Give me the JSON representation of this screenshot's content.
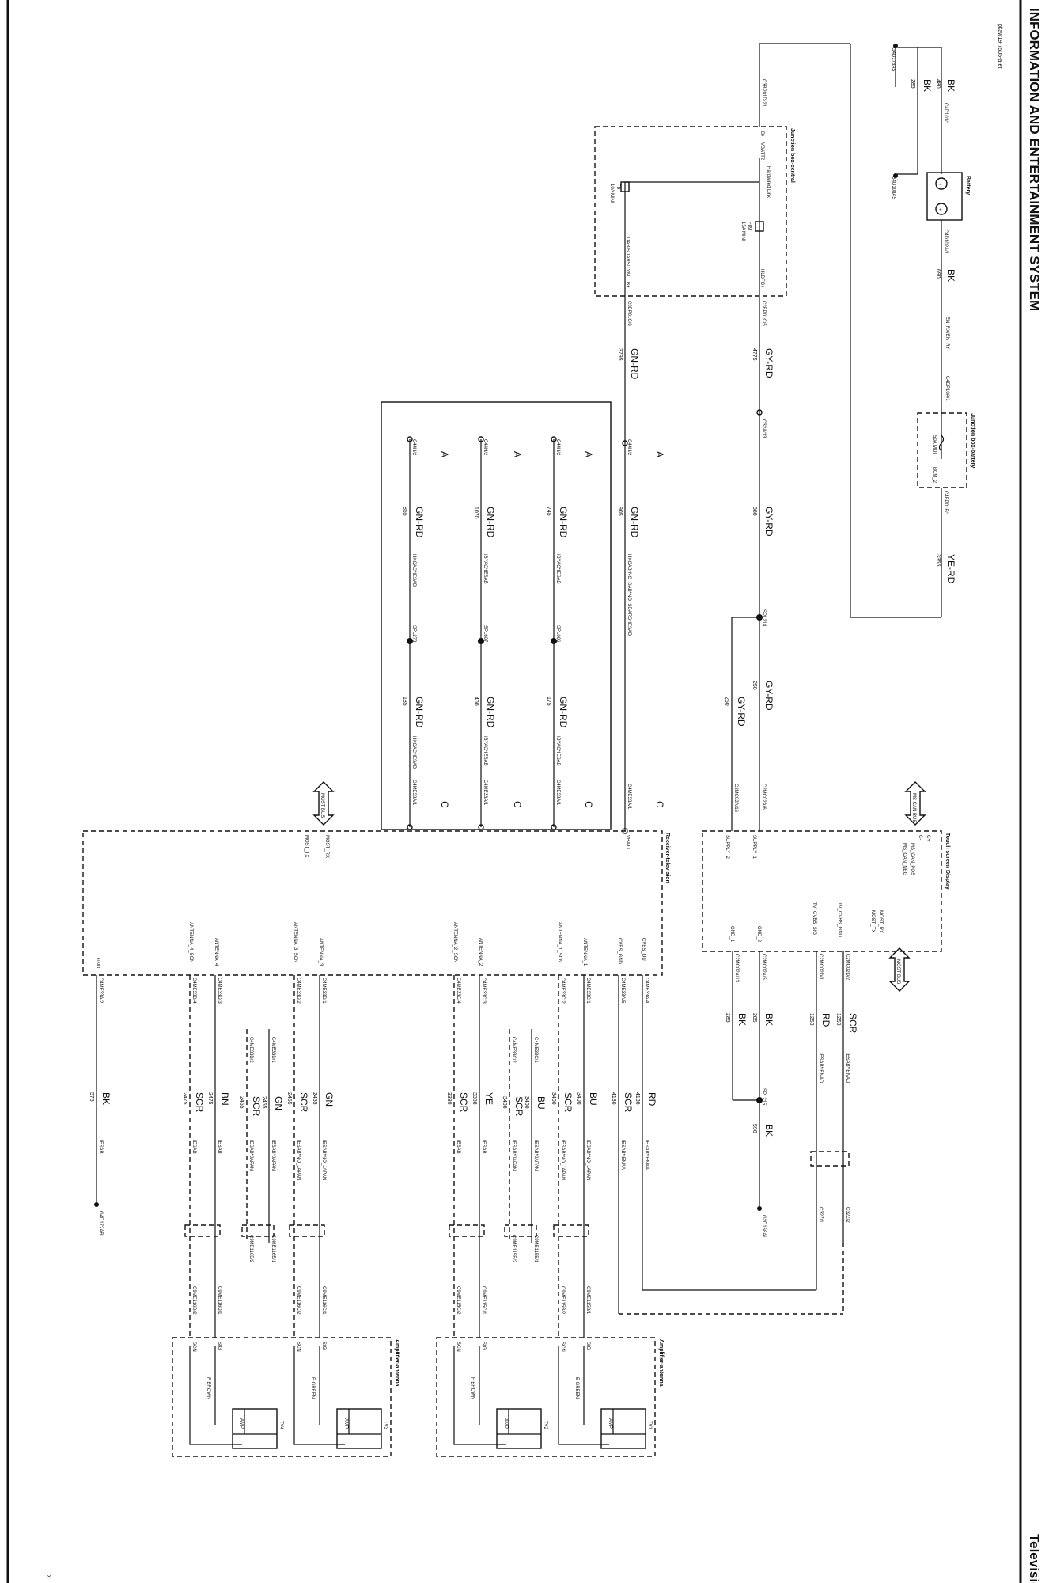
{
  "header": {
    "title": "INFORMATION AND ENTERTAINMENT SYSTEM",
    "section": "Television",
    "figure_id": "pkaw19-7505-a-et"
  },
  "components": {
    "battery": "Battery",
    "jb_battery": "Junction box-battery",
    "jb_central": "Junction box-central",
    "touch_screen": "Touch screen Display",
    "receiver_tv": "Receiver-television",
    "amplifier_1": "Amplifier-antenna",
    "amplifier_2": "Amplifier-antenna",
    "tv1": "TV1",
    "tv2": "TV2",
    "tv3": "TV3",
    "tv4": "TV4",
    "amp": "AMP"
  },
  "fuses": {
    "f8": "F8",
    "f8_rating": "10A MINI",
    "f89": "F89",
    "f89_rating": "15A MINI",
    "hardwired": "Hardwired Link",
    "mdi": "50A MDI",
    "bcm2": "BCM_2"
  },
  "top": {
    "gnd1": "G4D178AS",
    "gnd1_col": "BK",
    "gnd1_len": "285",
    "bat_neg_col": "BK",
    "bat_neg_len": "480",
    "bat_neg_conn": "C4D101/1",
    "gnd2": "G4D108AS",
    "bat_pos_conn": "C4D102A/1",
    "bat_pos_col": "BK",
    "bat_pos_len": "690",
    "bcm_label": "EN_RX/EN_RY",
    "c4dp": "C4DP10A/1",
    "c4bp": "C4BP01F/1",
    "ye_rd": "YE-RD",
    "ye_len": "3355"
  },
  "jbc": {
    "pin_bplus_in": "B+",
    "conn_in": "C3BP01D/21",
    "vbatt": "VBATT2",
    "pin_hldf": "HLDF",
    "pin_dab": "DAB/SDARS/TVM",
    "pin_b1": "B+",
    "pin_b2": "B+",
    "conn_c5": "C3BP01C/5",
    "conn_c8": "C3BP01C/8",
    "w1_col": "GY-RD",
    "w1_len": "4775",
    "w2_col": "GN-RD",
    "w2_len": "3795",
    "c32a": "C32A/13"
  },
  "feed": {
    "gy_rd": "GY-RD",
    "gy_len": "880",
    "spl": "SPL214",
    "gy_rd2": "GY-RD",
    "gy2_len": "250",
    "gy_rd3": "GY-RD",
    "gy3_len": "250",
    "c2mc02a6": "C2MC02A/6",
    "c2mc02a16": "C2MC02A/16"
  },
  "variants": {
    "letter_a": "A",
    "letter_c": "C",
    "row1": {
      "conn": "C44H/2",
      "col": "GN-RD",
      "len": "905",
      "opt": "HKCAB*NO_DAB*NO_SDARS*IESAB",
      "col2": "GN-RD",
      "conn2": "C4ME33A/1"
    },
    "row2": {
      "conn": "C44H/2",
      "col": "GN-RD",
      "len": "745",
      "opt": "IBYAC*IESAB",
      "spl": "SPL606",
      "col2": "GN-RD",
      "len2": "175",
      "opt2": "IBYAC*IESAB",
      "conn2": "C4ME33A/1"
    },
    "row3": {
      "conn": "C44H/2",
      "col": "GN-RD",
      "len": "1070",
      "opt": "IBYAC*IESAB",
      "spl": "SPL607",
      "col2": "GN-RD",
      "len2": "400",
      "opt2": "IBYAC*IESAB",
      "conn2": "C4ME33A/1"
    },
    "row4": {
      "conn": "C44H/2",
      "col": "GN-RD",
      "len": "855",
      "opt": "HKCAC*IESAB",
      "spl": "SPL273",
      "col2": "GN-RD",
      "len2": "185",
      "opt2": "HKCAC*IESAB",
      "conn2": "C4ME33A/1"
    }
  },
  "display": {
    "c_plus": "C+",
    "c_minus": "C-",
    "ms_pos": "MS_CAN_POS",
    "ms_neg": "MS_CAN_NEG",
    "ms_bus": "MS CAN BUS",
    "supply1": "SUPPLY_1",
    "supply2": "SUPPLY_2",
    "most_rx": "MOST_RX",
    "most_tx": "MOST_TX",
    "most_bus": "MOST BUS",
    "tv_gnd": "TV_CVBS_GND",
    "tv_sig": "TV_CVBS_SIG",
    "gnd1": "GND_1",
    "gnd2": "GND_2",
    "conn_d2": "C2MC02D/2",
    "conn_d1": "C2MC02D/1",
    "conn_a5": "C2MC02A/5",
    "conn_a13": "C2MC02A/13"
  },
  "receiver": {
    "vbatt": "VBATT",
    "most_rx": "MOST_RX",
    "most_tx": "MOST_TX",
    "most_bus": "MOST BUS",
    "gnd": "GND",
    "cvbs_out": "CVBS_OUT",
    "cvbs_gnd": "CVBS_GND",
    "ant1": "ANTENNA_1",
    "ant1_scn": "ANTENNA_1_SCN",
    "ant2": "ANTENNA_2",
    "ant2_scn": "ANTENNA_2_SCN",
    "ant3": "ANTENNA_3",
    "ant3_scn": "ANTENNA_3_SCN",
    "ant4": "ANTENNA_4",
    "ant4_scn": "ANTENNA_4_SCN"
  },
  "wires": [
    {
      "conn": "C4ME33A/4",
      "col": "RD",
      "len": "4130",
      "opt": "IESAB*IENAA"
    },
    {
      "conn": "C4ME33A/5",
      "col": "SCR",
      "len": "4130",
      "opt": "IESAB*IENAA"
    },
    {
      "conn": "C4ME33C/1",
      "col": "BU",
      "len": "3400",
      "opt": "IESAB*NO_JAPAN"
    },
    {
      "conn": "C4ME33C/2",
      "col": "SCR",
      "len": "3400",
      "opt": "IESAB*NO_JAPAN"
    },
    {
      "conn": "C4ME33C/1",
      "col": "BU",
      "len": "3400",
      "opt": "IESAB*JAPAN"
    },
    {
      "conn": "C4ME33C/2",
      "col": "SCR",
      "len": "3400",
      "opt": "IESAB*JAPAN"
    },
    {
      "conn": "C4ME33C/3",
      "col": "YE",
      "len": "3380",
      "opt": "IESAB"
    },
    {
      "conn": "C4ME33C/4",
      "col": "SCR",
      "len": "3380",
      "opt": "IESAB"
    },
    {
      "conn": "C4ME33D/1",
      "col": "GN",
      "len": "2455",
      "opt": "IESAB*NO_JAPAN"
    },
    {
      "conn": "C4ME33D/2",
      "col": "SCR",
      "len": "2455",
      "opt": "IESAB*NO_JAPAN"
    },
    {
      "conn": "C4ME33D/1",
      "col": "GN",
      "len": "2455",
      "opt": "IESAB*JAPAN"
    },
    {
      "conn": "C4ME33D/2",
      "col": "SCR",
      "len": "2455",
      "opt": "IESAB*JAPAN"
    },
    {
      "conn": "C4ME33D/3",
      "col": "BN",
      "len": "2475",
      "opt": "IESAB"
    },
    {
      "conn": "C4ME33D/4",
      "col": "SCR",
      "len": "2475",
      "opt": "IESAB"
    },
    {
      "conn": "C4ME33A/2",
      "col": "BK",
      "len": "575",
      "opt": "IESAB"
    }
  ],
  "dispwires": {
    "scr": "SCR",
    "scr_len": "1250",
    "scr_opt": "IESAB*IENAD",
    "rd": "RD",
    "rd_len": "1250",
    "rd_opt": "IESAB*IENAD",
    "bk1": "BK",
    "bk1_len": "285",
    "bk2": "BK",
    "bk2_len": "285",
    "spl215": "SPL215",
    "bk3": "BK",
    "bk3_len": "590",
    "gnd": "G2D168AL",
    "c32z2": "C32Z/2",
    "c32z1": "C32Z/1",
    "gnd_rx": "G4D172AR"
  },
  "amps": {
    "c1b1": "C9ME115B/1",
    "c1b2": "C9ME115B/2",
    "c1c1": "C9ME115C/1",
    "c1c2": "C9ME115C/2",
    "c1e1": "C9ME115E/1",
    "c1e2": "C9ME115E/2",
    "c2c1": "C9ME116C/1",
    "c2c2": "C9ME116C/2",
    "c2d1": "C9ME116D/1",
    "c2d2": "C9ME116D/2",
    "c2e1": "C9ME116E/1",
    "c2e2": "C9ME116E/2",
    "sig": "SIG",
    "scn": "SCN",
    "egreen": "E GREEN",
    "fbrown": "F BROWN"
  },
  "footer": {
    "mark": "x"
  }
}
